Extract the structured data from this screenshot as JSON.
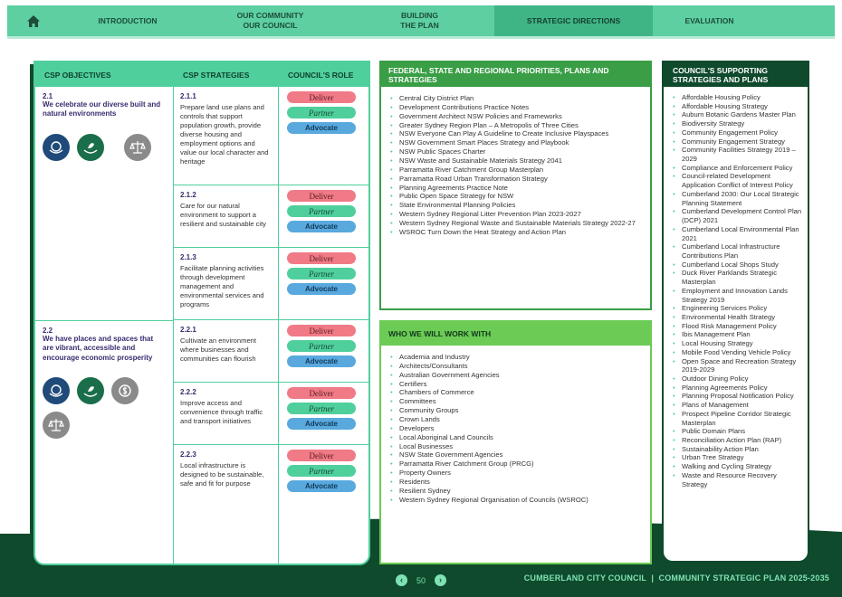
{
  "nav": {
    "home": "home",
    "items": [
      {
        "label": "INTRODUCTION"
      },
      {
        "label": "OUR COMMUNITY\nOUR COUNCIL"
      },
      {
        "label": "BUILDING\nTHE PLAN"
      },
      {
        "label": "STRATEGIC DIRECTIONS",
        "active": true
      },
      {
        "label": "EVALUATION"
      }
    ]
  },
  "csp": {
    "headers": {
      "objectives": "CSP OBJECTIVES",
      "strategies": "CSP STRATEGIES",
      "role": "COUNCIL'S ROLE"
    },
    "roles": {
      "deliver": "Deliver",
      "partner": "Partner",
      "advocate": "Advocate"
    },
    "objectives": [
      {
        "num": "2.1",
        "text": "We celebrate our diverse built and natural environments"
      },
      {
        "num": "2.2",
        "text": "We have places and spaces that are vibrant, accessible and encourage economic prosperity"
      }
    ],
    "strategies": [
      {
        "num": "2.1.1",
        "text": "Prepare land use plans and controls that support population growth, provide diverse housing and employment options and value our local character and heritage"
      },
      {
        "num": "2.1.2",
        "text": "Care for our natural environment to support a resilient and sustainable city"
      },
      {
        "num": "2.1.3",
        "text": "Facilitate planning activities through development management and environmental services and programs"
      },
      {
        "num": "2.2.1",
        "text": "Cultivate an environment where businesses and communities can flourish"
      },
      {
        "num": "2.2.2",
        "text": "Improve access and convenience through traffic and transport initiatives"
      },
      {
        "num": "2.2.3",
        "text": "Local infrastructure is designed to be sustainable, safe and fit for purpose"
      }
    ],
    "icon_colors": {
      "navy": "#1f4a7a",
      "green": "#1b6e4a",
      "grey": "#8a8a8a"
    }
  },
  "federal": {
    "title": "FEDERAL, STATE AND REGIONAL PRIORITIES, PLANS AND STRATEGIES",
    "items": [
      "Central City District Plan",
      "Development Contributions Practice Notes",
      "Government Architect NSW Policies and Frameworks",
      "Greater Sydney Region Plan – A Metropolis of Three Cities",
      "NSW Everyone Can Play A Guideline to Create Inclusive Playspaces",
      "NSW Government Smart Places Strategy and Playbook",
      "NSW Public Spaces Charter",
      "NSW Waste and Sustainable Materials Strategy 2041",
      "Parramatta River Catchment Group Masterplan",
      "Parramatta Road Urban Transformation Strategy",
      "Planning Agreements Practice Note",
      "Public Open Space Strategy for NSW",
      "State Environmental Planning Policies",
      "Western Sydney Regional Litter Prevention Plan 2023-2027",
      "Western Sydney Regional Waste and Sustainable Materials Strategy 2022-27",
      "WSROC Turn Down the Heat Strategy and Action Plan"
    ]
  },
  "work_with": {
    "title": "WHO WE WILL WORK WITH",
    "items": [
      "Academia and Industry",
      "Architects/Consultants",
      "Australian Government Agencies",
      "Certifiers",
      "Chambers of Commerce",
      "Committees",
      "Community Groups",
      "Crown Lands",
      "Developers",
      "Local Aboriginal Land Councils",
      "Local Businesses",
      "NSW State Government Agencies",
      "Parramatta River Catchment Group (PRCG)",
      "Property Owners",
      "Residents",
      "Resilient Sydney",
      "Western Sydney Regional Organisation of Councils (WSROC)"
    ]
  },
  "supporting": {
    "title": "COUNCIL'S SUPPORTING STRATEGIES AND PLANS",
    "items": [
      "Affordable Housing Policy",
      "Affordable Housing Strategy",
      "Auburn Botanic Gardens Master Plan",
      "Biodiversity Strategy",
      "Community Engagement Policy",
      "Community Engagement Strategy",
      "Community Facilities Strategy 2019 – 2029",
      "Compliance and Enforcement Policy",
      "Council-related Development Application Conflict of Interest Policy",
      "Cumberland 2030: Our Local Strategic Planning Statement",
      "Cumberland Development Control Plan (DCP) 2021",
      "Cumberland Local Environmental Plan 2021",
      "Cumberland Local Infrastructure Contributions Plan",
      "Cumberland Local Shops Study",
      "Duck River Parklands Strategic Masterplan",
      "Employment and Innovation Lands Strategy 2019",
      "Engineering Services Policy",
      "Environmental Health Strategy",
      "Flood Risk Management Policy",
      "Ibis Management Plan",
      "Local Housing Strategy",
      "Mobile Food Vending Vehicle Policy",
      "Open Space and Recreation Strategy 2019-2029",
      "Outdoor Dining Policy",
      "Planning Agreements Policy",
      "Planning Proposal Notification Policy",
      "Plans of Management",
      "Prospect Pipeline Corridor Strategic Masterplan",
      "Public Domain Plans",
      "Reconciliation Action Plan (RAP)",
      "Sustainability Action Plan",
      "Urban Tree Strategy",
      "Walking and Cycling Strategy",
      "Waste and Resource Recovery Strategy"
    ]
  },
  "footer": {
    "page": "50",
    "prev": "‹",
    "next": "›",
    "title": "CUMBERLAND CITY COUNCIL  |  COMMUNITY STRATEGIC PLAN 2025-2035"
  }
}
